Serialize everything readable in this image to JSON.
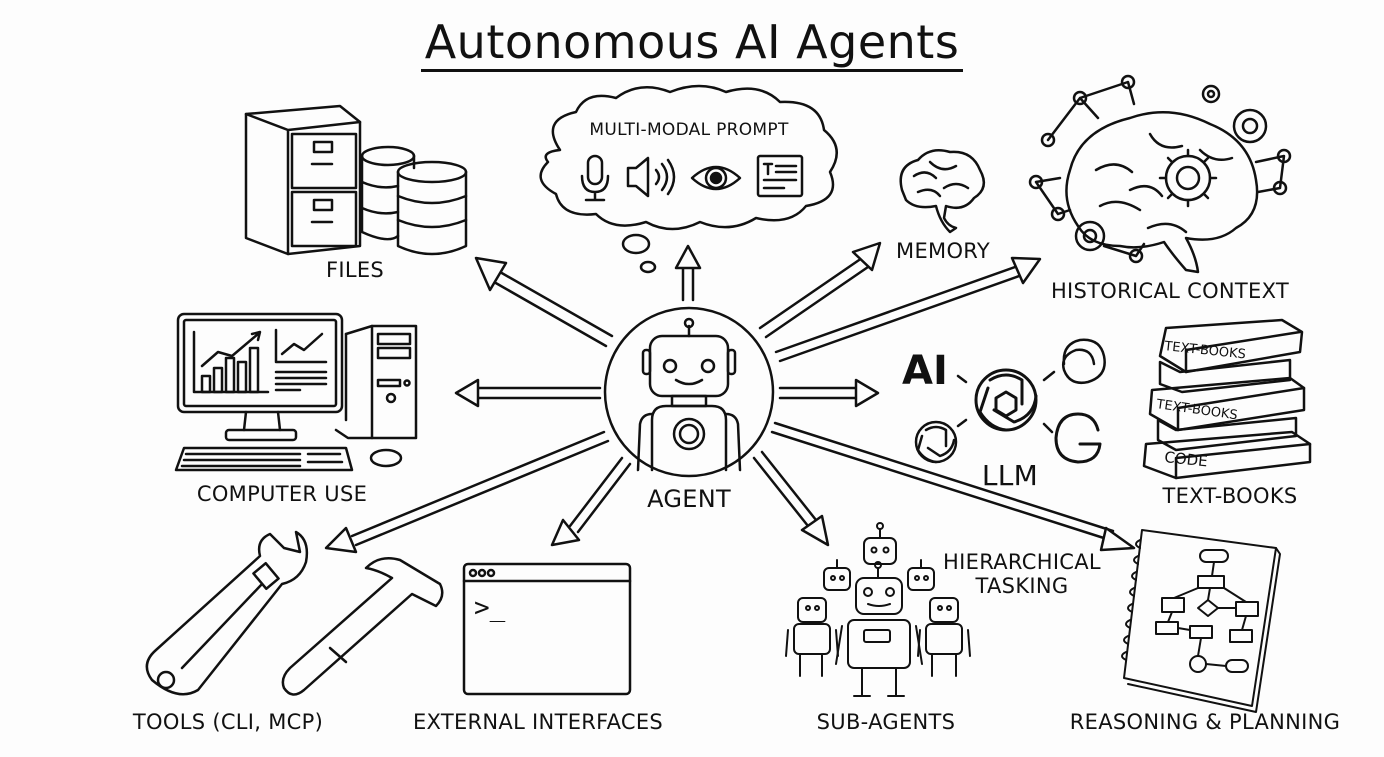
{
  "title": "Autonomous AI Agents",
  "center": {
    "label": "AGENT",
    "icon": "robot-icon"
  },
  "nodes": [
    {
      "id": "files",
      "label": "FILES",
      "icon": "filing-cabinet-database-icon"
    },
    {
      "id": "prompt",
      "label": "MULTI-MODAL PROMPT",
      "icon": "thought-cloud-icon",
      "modalities": [
        "microphone-icon",
        "speaker-icon",
        "eye-icon",
        "document-icon"
      ]
    },
    {
      "id": "memory",
      "label": "MEMORY",
      "icon": "brain-icon"
    },
    {
      "id": "history",
      "label": "HISTORICAL CONTEXT",
      "icon": "brain-gears-network-icon"
    },
    {
      "id": "computer",
      "label": "COMPUTER USE",
      "icon": "desktop-computer-icon"
    },
    {
      "id": "llm",
      "label": "LLM",
      "icon": "llm-logos-icon",
      "logos": [
        "AI"
      ]
    },
    {
      "id": "textbooks",
      "label": "TEXT-BOOKS",
      "icon": "book-stack-icon",
      "book_spines": [
        "TEXT-BOOKS",
        "TEXT-BOOKS",
        "CODE"
      ]
    },
    {
      "id": "tools",
      "label": "TOOLS (CLI, MCP)",
      "icon": "wrench-hammer-icon"
    },
    {
      "id": "interfaces",
      "label": "EXTERNAL INTERFACES",
      "icon": "terminal-window-icon",
      "prompt": ">_"
    },
    {
      "id": "subagents",
      "label": "SUB-AGENTS",
      "icon": "robot-group-icon"
    },
    {
      "id": "reasoning",
      "label": "REASONING & PLANNING",
      "icon": "flowchart-notebook-icon"
    }
  ],
  "annotations": {
    "hierarchical_line1": "HIERARCHICAL",
    "hierarchical_line2": "TASKING"
  }
}
